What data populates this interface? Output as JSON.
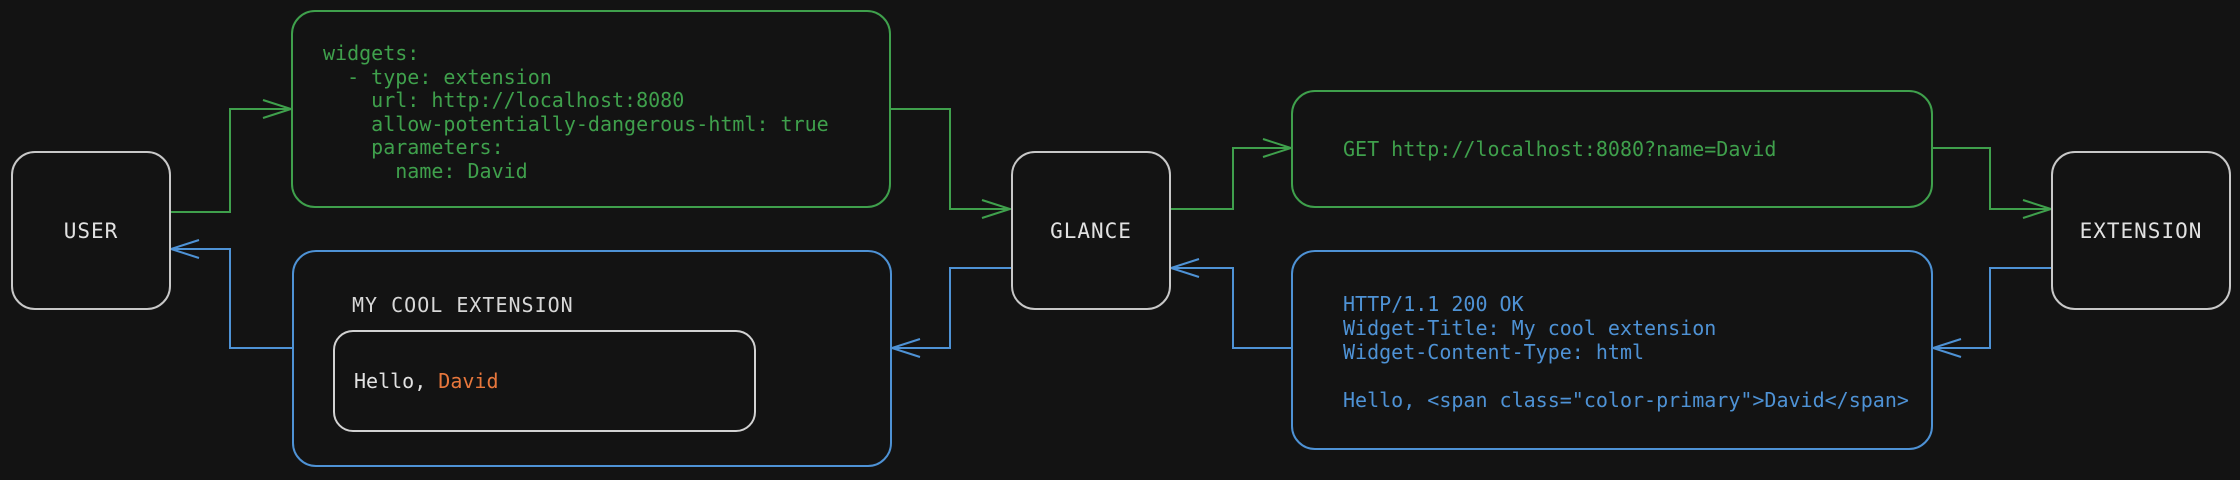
{
  "colors": {
    "green": "#3fa04c",
    "blue": "#4e92d5",
    "orange": "#e8773c",
    "node-border": "#c8c8c8",
    "inner-border": "#d2d2d2",
    "text-light": "#e2e2e2",
    "bg": "#131313"
  },
  "nodes": {
    "user": {
      "label": "USER"
    },
    "glance": {
      "label": "GLANCE"
    },
    "extension": {
      "label": "EXTENSION"
    }
  },
  "boxes": {
    "config": {
      "code": "widgets:\n  - type: extension\n    url: http://localhost:8080\n    allow-potentially-dangerous-html: true\n    parameters:\n      name: David"
    },
    "request": {
      "code": "GET http://localhost:8080?name=David"
    },
    "response": {
      "code": "HTTP/1.1 200 OK\nWidget-Title: My cool extension\nWidget-Content-Type: html\n\nHello, <span class=\"color-primary\">David</span>"
    },
    "widget": {
      "title": "MY COOL EXTENSION",
      "greeting_prefix": "Hello, ",
      "greeting_name": "David"
    }
  },
  "flows": {
    "top_direction": "user-to-extension",
    "bottom_direction": "extension-to-user",
    "top_color_name": "green",
    "bottom_color_name": "blue"
  }
}
